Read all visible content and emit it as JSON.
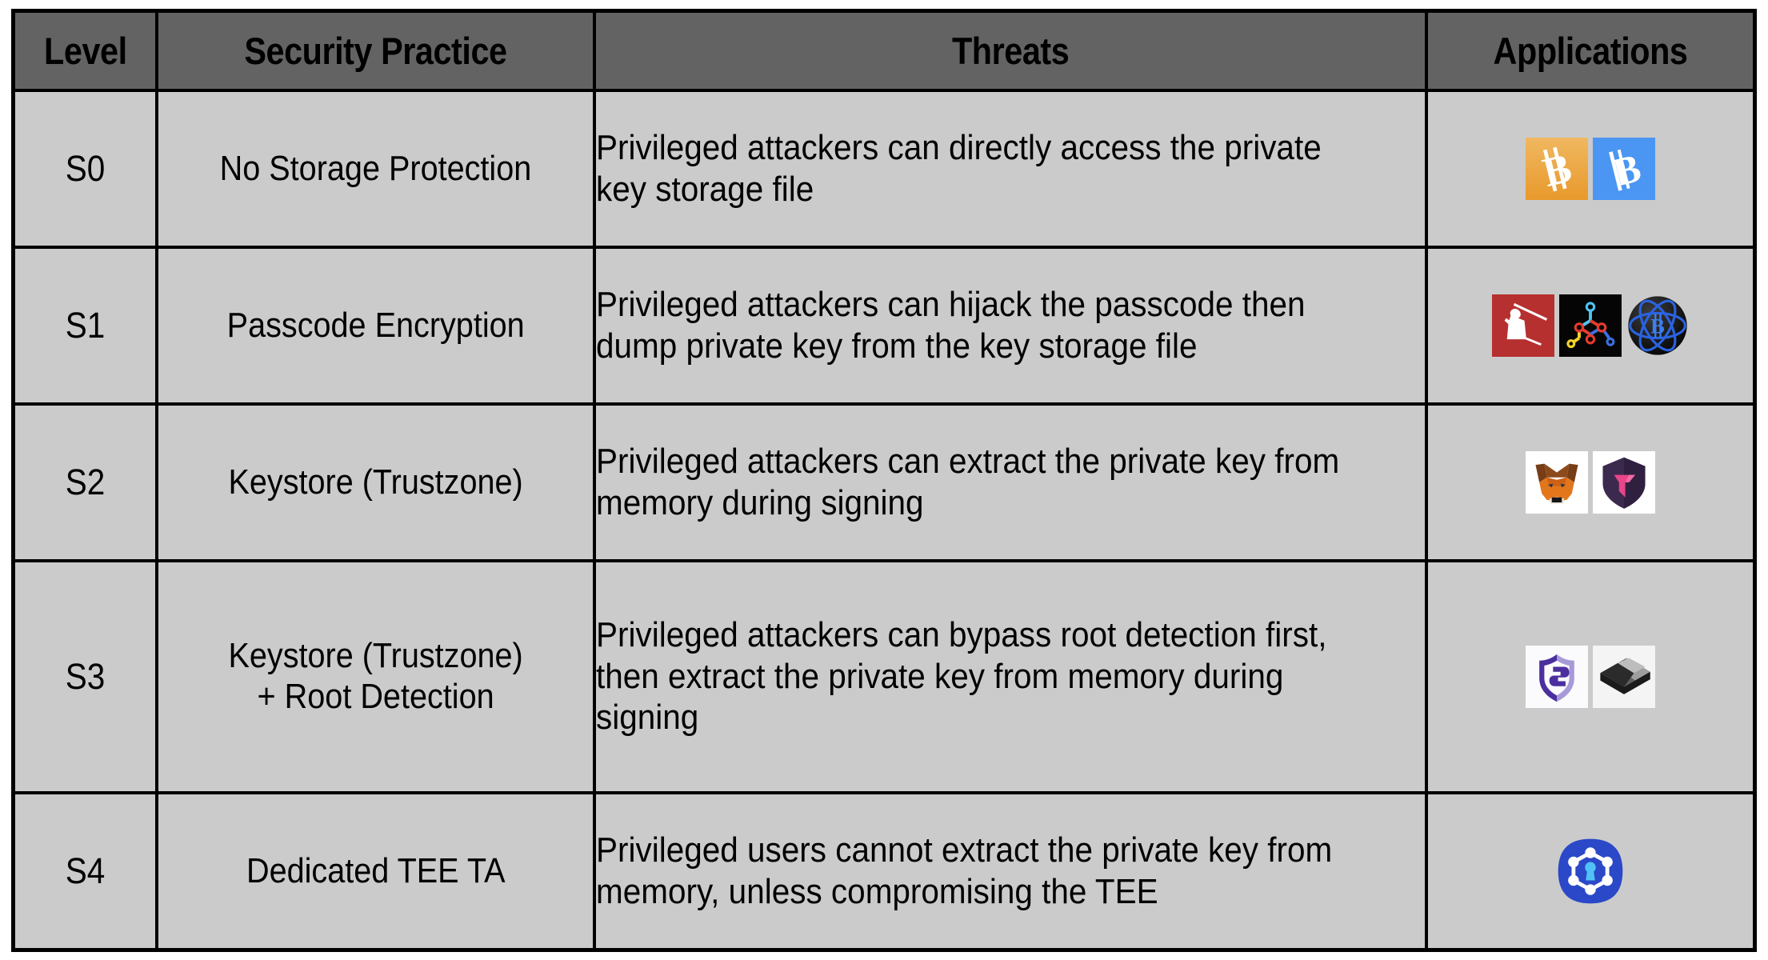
{
  "table": {
    "columns": [
      {
        "key": "level",
        "label": "Level"
      },
      {
        "key": "practice",
        "label": "Security Practice"
      },
      {
        "key": "threats",
        "label": "Threats"
      },
      {
        "key": "applications",
        "label": "Applications"
      }
    ],
    "rows": [
      {
        "level": "S0",
        "practice": "No Storage Protection",
        "threats": "Privileged attackers can directly access the private key storage file",
        "applications": [
          "bitcoin-orange-wallet-icon",
          "bitcoin-blue-wallet-icon"
        ]
      },
      {
        "level": "S1",
        "practice": "Passcode Encryption",
        "threats": "Privileged attackers can hijack the passcode then dump private key from the key storage file",
        "applications": [
          "samourai-wallet-icon",
          "molecule-network-wallet-icon",
          "atom-bitcoin-wallet-icon"
        ]
      },
      {
        "level": "S2",
        "practice": "Keystore (Trustzone)",
        "threats": "Privileged attackers can extract the private key from memory during signing",
        "applications": [
          "metamask-fox-icon",
          "trust-shield-icon"
        ]
      },
      {
        "level": "S3",
        "practice": "Keystore (Trustzone)\n+ Root Detection",
        "threats": "Privileged attackers can bypass root detection first, then extract the private key from memory during signing",
        "applications": [
          "bitpie-shield-icon",
          "ledger-isometric-icon"
        ]
      },
      {
        "level": "S4",
        "practice": "Dedicated TEE TA",
        "threats": "Privileged users cannot extract the private key from memory, unless compromising the TEE",
        "applications": [
          "samsung-blockchain-keystore-icon"
        ]
      }
    ]
  },
  "colors": {
    "header_background": "#636363",
    "row_background": "#cbcbcb",
    "border": "#000000",
    "text": "#000000",
    "bitcoin_orange": "#eca23f",
    "bitcoin_blue": "#4b96f2",
    "samourai_red": "#b73030",
    "metamask_orange": "#e2761b",
    "trust_purple": "#3b2a4d",
    "trust_pink": "#e8458a",
    "bitpie_purple": "#4b2f9e",
    "samsung_blue": "#2b48c8"
  }
}
